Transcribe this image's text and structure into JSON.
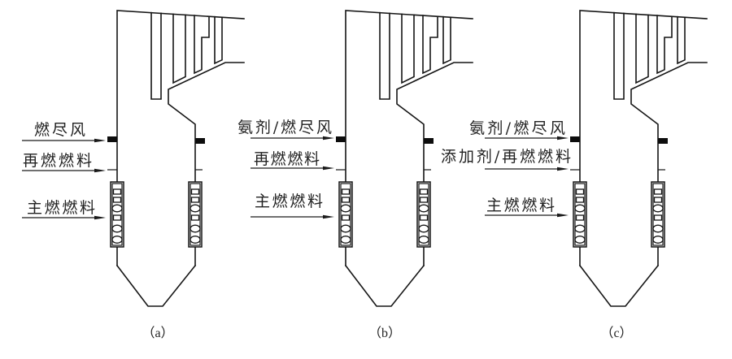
{
  "figure": {
    "panels": [
      {
        "id": "a",
        "caption": "（a）",
        "inputs": {
          "upper": "燃尽风",
          "middle": "再燃燃料",
          "lower": "主燃燃料"
        }
      },
      {
        "id": "b",
        "caption": "（b）",
        "inputs": {
          "upper": "氨剂/燃尽风",
          "middle": "再燃燃料",
          "lower": "主燃燃料"
        }
      },
      {
        "id": "c",
        "caption": "（c）",
        "inputs": {
          "upper": "氨剂/燃尽风",
          "middle": "添加剂/再燃燃料",
          "lower": "主燃燃料"
        }
      }
    ],
    "burner_nozzles": [
      "square",
      "square",
      "ellipse",
      "square",
      "ellipse",
      "ellipse"
    ]
  }
}
